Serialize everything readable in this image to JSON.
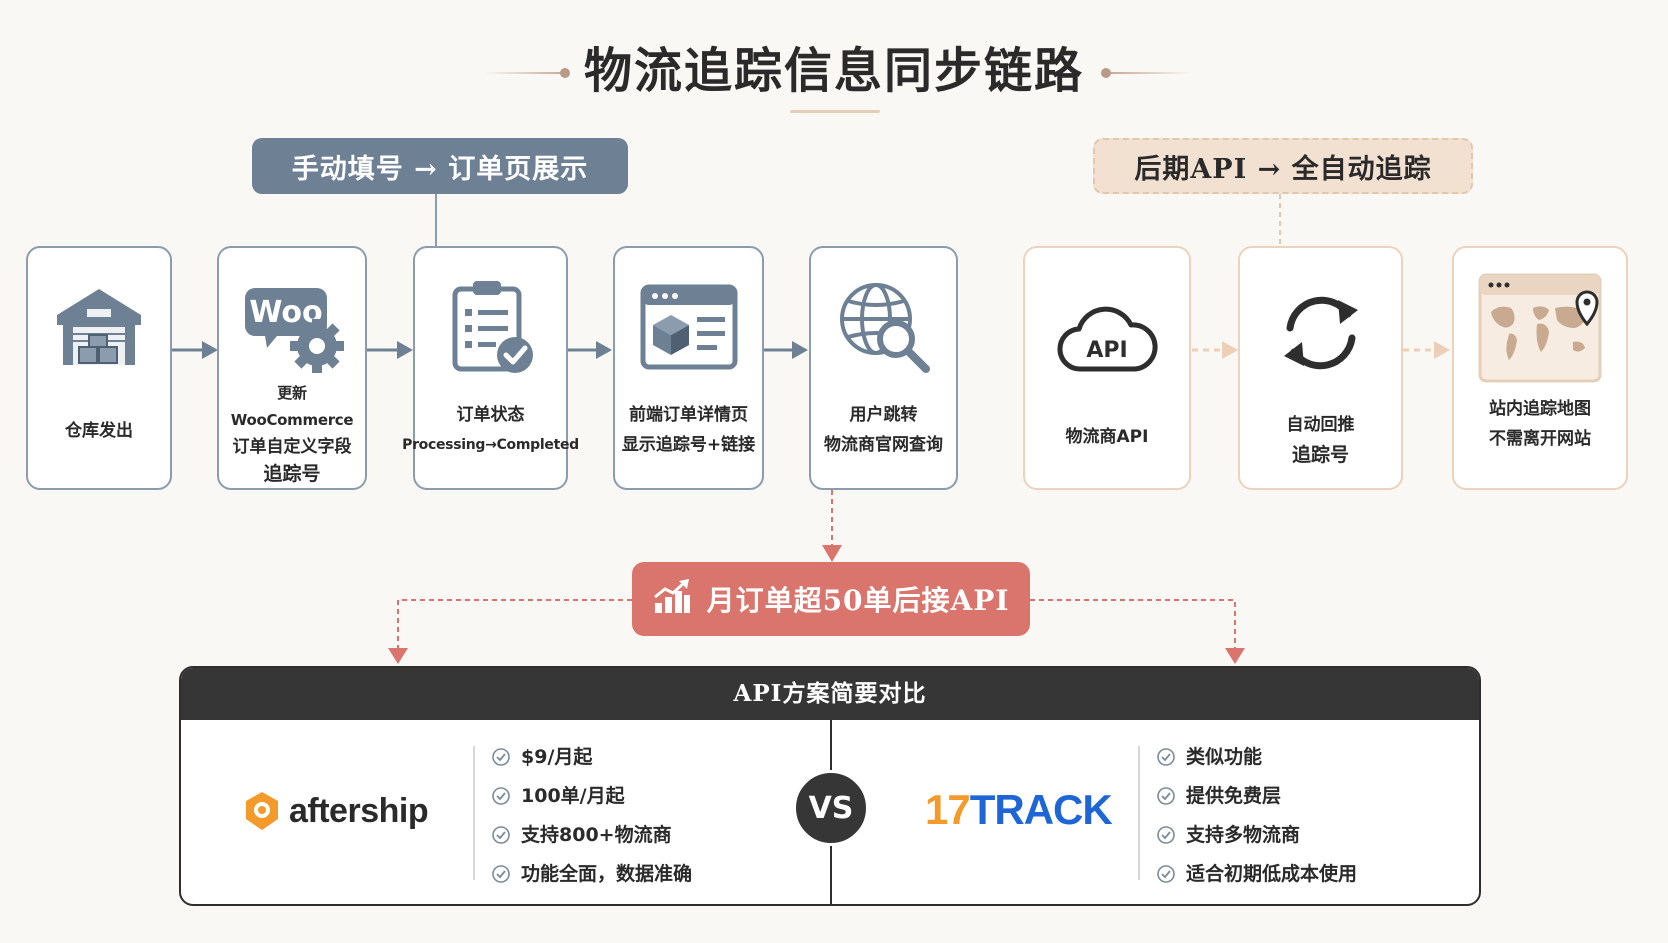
{
  "title": "物流追踪信息同步链路",
  "colors": {
    "slate": "#6e8094",
    "card_border_blue": "#8b9cae",
    "peach": "#f2e1d0",
    "card_border_peach": "#ecd3bd",
    "accent_red": "#d9756c",
    "panel_dark": "#363636",
    "aftership_orange": "#f39a2b",
    "track_blue": "#1e66d6"
  },
  "phase_manual": {
    "label": "手动填号 → 订单页展示"
  },
  "phase_api": {
    "label": "后期API → 全自动追踪"
  },
  "manual_steps": [
    {
      "icon": "warehouse-icon",
      "lines": [
        "仓库发出"
      ]
    },
    {
      "icon": "woocommerce-gear-icon",
      "lines": [
        "更新WooCommerce",
        "订单自定义字段",
        "追踪号"
      ]
    },
    {
      "icon": "clipboard-check-icon",
      "lines": [
        "订单状态",
        "Processing→Completed"
      ]
    },
    {
      "icon": "browser-box-icon",
      "lines": [
        "前端订单详情页",
        "显示追踪号+链接"
      ]
    },
    {
      "icon": "globe-search-icon",
      "lines": [
        "用户跳转",
        "物流商官网查询"
      ]
    }
  ],
  "api_steps": [
    {
      "icon": "cloud-api-icon",
      "icon_text": "API",
      "lines": [
        "物流商API"
      ]
    },
    {
      "icon": "sync-icon",
      "lines": [
        "自动回推",
        "追踪号"
      ]
    },
    {
      "icon": "map-pin-icon",
      "lines": [
        "站内追踪地图",
        "不需离开网站"
      ]
    }
  ],
  "trigger": {
    "label": "月订单超50单后接API",
    "icon": "growth-chart-icon"
  },
  "comparison": {
    "heading": "API方案简要对比",
    "vs": "VS",
    "left": {
      "brand": "aftership",
      "features": [
        "$9/月起",
        "100单/月起",
        "支持800+物流商",
        "功能全面，数据准确"
      ]
    },
    "right": {
      "brand_prefix": "17",
      "brand_suffix": "TRACK",
      "features": [
        "类似功能",
        "提供免费层",
        "支持多物流商",
        "适合初期低成本使用"
      ]
    }
  }
}
